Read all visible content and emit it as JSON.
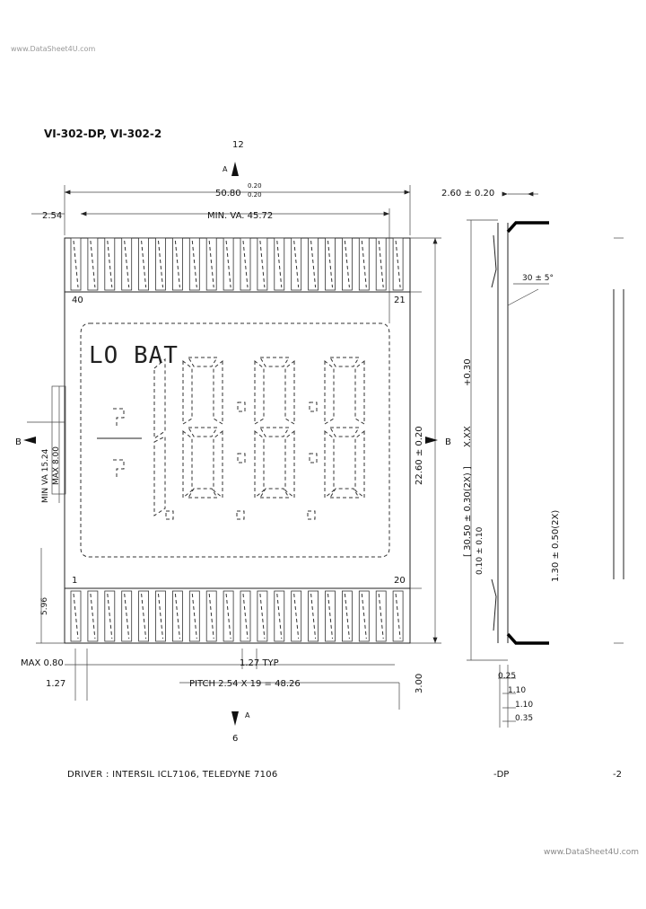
{
  "header": {
    "watermark_top": "www.DataSheet4U.com",
    "watermark_bottom": "www.DataSheet4U.com"
  },
  "drawing": {
    "title": "VI-302-DP, VI-302-2",
    "overall_width": "50.80",
    "overall_tol_upper": "0.20",
    "overall_tol_lower": "0.20",
    "pin_offset": "2.54",
    "view_area_width": "MIN. VA. 45.72",
    "pin_label_40": "40",
    "pin_label_21": "21",
    "pin_label_1": "1",
    "pin_label_20": "20",
    "lobat_text": "LO BAT",
    "height_total": "22.60",
    "height_total_tol": "0.20",
    "view_area_height_min": "MIN VA 15.24",
    "view_area_height_max": "MAX 8.00",
    "pin_row_gap": "5.96",
    "max_edge": "MAX 0.80",
    "pin_width": "1.27",
    "pin_pitch_label": "1.27 TYP",
    "pin_pitch": "PITCH 2.54 X 19 = 48.26",
    "bottom_dim": "3.00",
    "arrow_label_b_left": "B",
    "arrow_label_b_right": "B",
    "arrow_label_a_top": "A",
    "arrow_label_a_bottom": "A",
    "section_top_number": "12",
    "section_bottom_number": "6",
    "side_thickness": "2.60",
    "side_thickness_tol": "0.20",
    "side_angle": "30 ± 5°",
    "side_length_label": "[ 30.50 ± 0.30(2X) ]",
    "side_length_note": "X.XX",
    "side_length_tol": "+0.30",
    "side_length_base": "0.10 ± 0.10",
    "side_lead_label": "1.30 ± 0.50(2X)",
    "dim_025": "0.25",
    "dim_110": "1.10",
    "dim_110b": "1.10",
    "dim_035": "0.35",
    "driver_note": "DRIVER : INTERSIL ICL7106, TELEDYNE 7106",
    "suffix_dp": "-DP",
    "suffix_2": "-2"
  }
}
